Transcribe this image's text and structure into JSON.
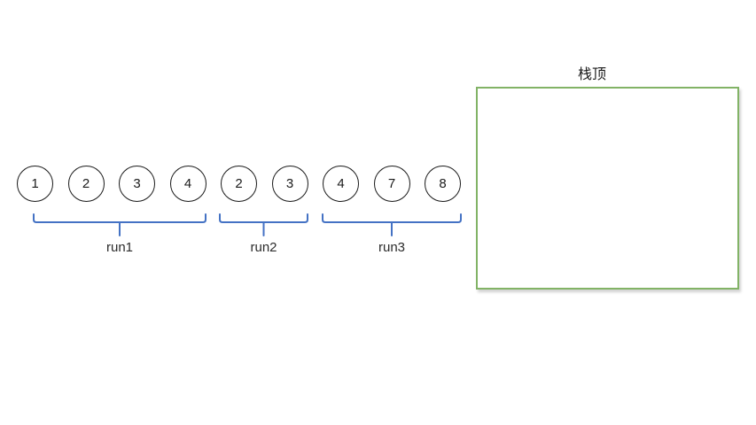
{
  "stack": {
    "title": "栈顶"
  },
  "sequence": [
    1,
    2,
    3,
    4,
    2,
    3,
    4,
    7,
    8
  ],
  "runs": [
    {
      "label": "run1",
      "start": 0,
      "count": 4
    },
    {
      "label": "run2",
      "start": 4,
      "count": 2
    },
    {
      "label": "run3",
      "start": 6,
      "count": 3
    }
  ],
  "colors": {
    "brace": "#4472C4",
    "stack_border": "#82B366",
    "circle_stroke": "#1a1a1a",
    "text": "#2b2b2b"
  }
}
